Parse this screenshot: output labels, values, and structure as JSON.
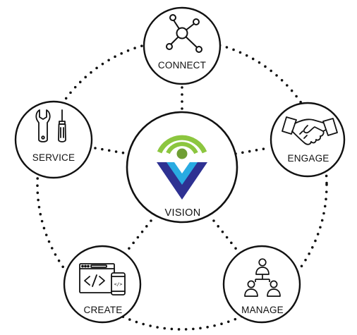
{
  "diagram": {
    "hub": {
      "label": "VISION",
      "logo_colors": {
        "arc": "#8cc63f",
        "dot": "#7aaa35",
        "chevron_outer": "#2e3192",
        "chevron_inner": "#29abe2"
      }
    },
    "nodes": [
      {
        "id": "connect",
        "label": "CONNECT",
        "icon": "network-nodes-icon"
      },
      {
        "id": "engage",
        "label": "ENGAGE",
        "icon": "handshake-icon"
      },
      {
        "id": "manage",
        "label": "MANAGE",
        "icon": "org-chart-people-icon"
      },
      {
        "id": "create",
        "label": "CREATE",
        "icon": "code-window-phone-icon"
      },
      {
        "id": "service",
        "label": "SERVICE",
        "icon": "wrench-screwdriver-icon"
      }
    ],
    "line_color": "#111111"
  }
}
